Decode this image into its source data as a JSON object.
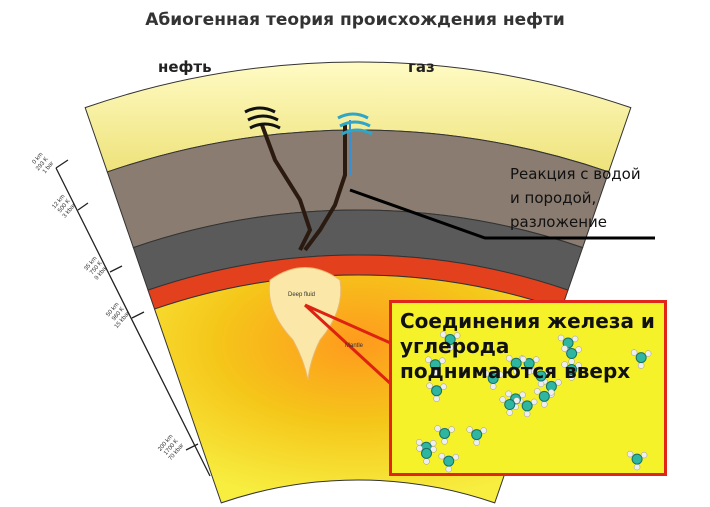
{
  "title": "Абиогенная теория происхождения нефти",
  "labels": {
    "oil": "нефть",
    "gas": "газ",
    "reaction_lines": [
      "Реакция с водой",
      "и породой,",
      "разложение"
    ],
    "box_lines": [
      "Соединения железа и",
      "углерода",
      "поднимаются вверх"
    ],
    "deep_fluid": "Deep fluid",
    "mantle": "Mantle"
  },
  "scale": [
    {
      "km": "0 km",
      "temp": "293 K",
      "pressure": "1 bar"
    },
    {
      "km": "12 km",
      "temp": "500 K",
      "pressure": "3 kbar"
    },
    {
      "km": "35 km",
      "temp": "750 K",
      "pressure": "9 kbar"
    },
    {
      "km": "50 km",
      "temp": "960 K",
      "pressure": "15 kbar"
    },
    {
      "km": "200 km",
      "temp": "1700 K",
      "pressure": "70 kbar"
    }
  ],
  "colors": {
    "crust": "#f3ef8c",
    "sediment": "#8a7c70",
    "basalt": "#5a5a5a",
    "mantle": "#e3401e",
    "box": "#f5f22a",
    "border": "#e0261b"
  }
}
